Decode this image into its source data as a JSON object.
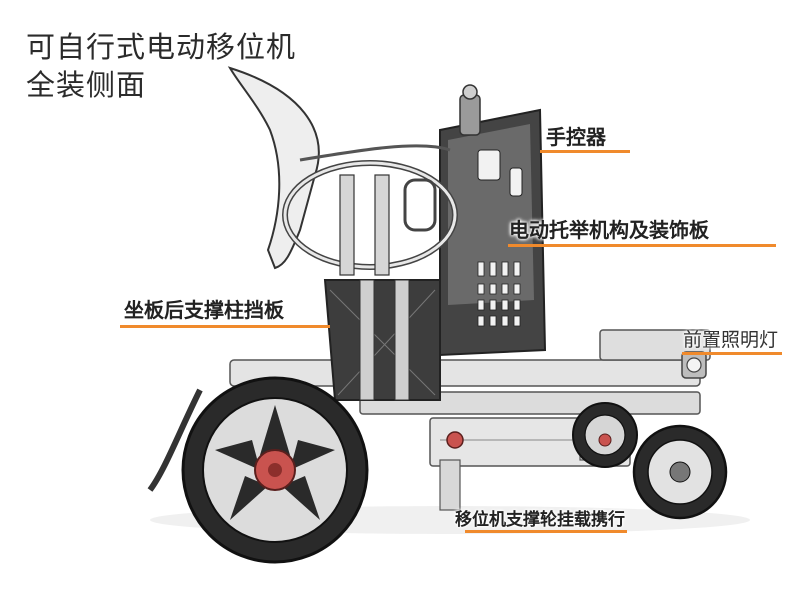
{
  "title": {
    "line1": "可自行式电动移位机",
    "line2": "全装侧面"
  },
  "labels": {
    "hand_controller": "手控器",
    "lift_mechanism": "电动托举机构及装饰板",
    "seat_support_baffle": "坐板后支撑柱挡板",
    "front_light": "前置照明灯",
    "support_wheel": "移位机支撑轮挂载携行"
  },
  "colors": {
    "accent_line": "#f08a2c",
    "hub_red": "#c9534f",
    "frame_gray": "#d8d8d8",
    "dark_panel": "#3a3a3a"
  }
}
